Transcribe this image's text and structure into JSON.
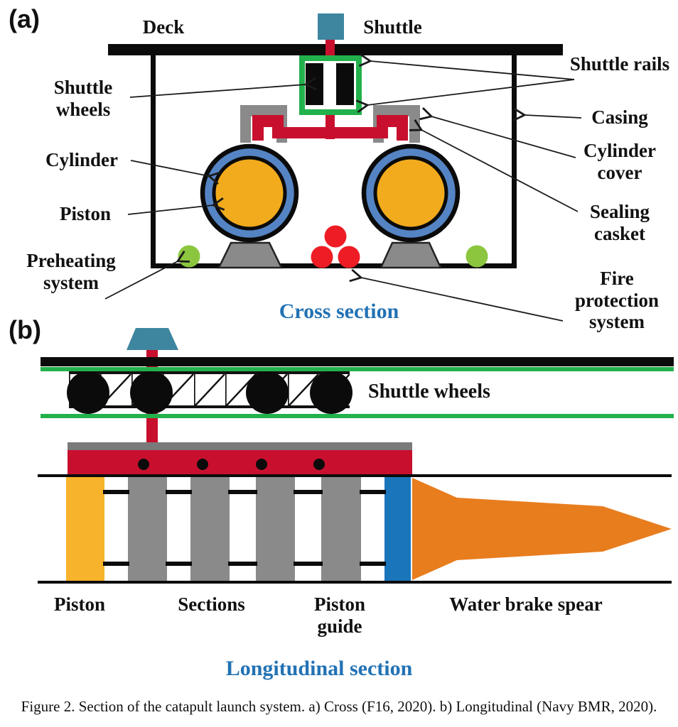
{
  "figure": {
    "panel_a_marker": "(a)",
    "panel_b_marker": "(b)",
    "caption": "Figure 2. Section of the catapult launch system. a) Cross (F16, 2020). b) Longitudinal (Navy BMR, 2020)."
  },
  "cross_section": {
    "title": "Cross section",
    "labels": {
      "deck": "Deck",
      "shuttle": "Shuttle",
      "shuttle_wheels": "Shuttle wheels",
      "cylinder": "Cylinder",
      "piston": "Piston",
      "preheating_system": "Preheating system",
      "shuttle_rails": "Shuttle rails",
      "casing": "Casing",
      "cylinder_cover": "Cylinder cover",
      "sealing_casket": "Sealing casket",
      "fire_protection_system": "Fire protection system"
    }
  },
  "longitudinal_section": {
    "title": "Longitudinal section",
    "labels": {
      "shuttle_wheels": "Shuttle wheels",
      "piston": "Piston",
      "sections": "Sections",
      "piston_guide": "Piston guide",
      "water_brake_spear": "Water brake spear"
    }
  },
  "colors": {
    "pipe_red": "#c8102e",
    "fire_red": "#ee1c25",
    "rail_green": "#22b14c",
    "preheat_green": "#8cc63f",
    "cylinder_yellow": "#f2ab1d",
    "piston_yellow": "#f7b32b",
    "cylinder_blue": "#5584c4",
    "piston_guide_blue": "#1b75bb",
    "spear_orange": "#e87d1e",
    "shuttle_teal": "#3e85a0",
    "metal_gray": "#8a8a8a",
    "section_title_blue": "#2272b4"
  }
}
